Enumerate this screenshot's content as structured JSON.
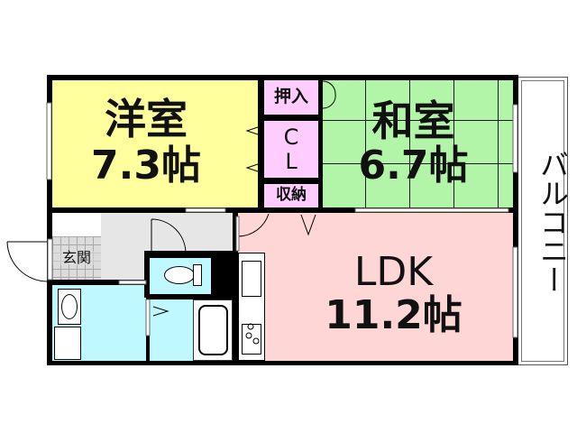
{
  "floorplan": {
    "colors": {
      "western_room": "#ffff9e",
      "japanese_room": "#b3f5a8",
      "closet": "#ffccff",
      "ldk": "#ffd6d6",
      "hall": "#e6e6e6",
      "wet_area": "#bff9ff",
      "genkan_tile": "#dcdcdc",
      "wall": "#000000"
    },
    "rooms": {
      "western": {
        "name": "洋室",
        "size": "7.3帖"
      },
      "japanese": {
        "name": "和室",
        "size": "6.7帖"
      },
      "ldk": {
        "name": "LDK",
        "size": "11.2帖"
      },
      "oshiire": {
        "name": "押入"
      },
      "closet": {
        "line1": "C",
        "line2": "L"
      },
      "storage": {
        "name": "収納"
      },
      "genkan": {
        "name": "玄関"
      },
      "balcony": {
        "name": "バルコニー"
      }
    }
  }
}
